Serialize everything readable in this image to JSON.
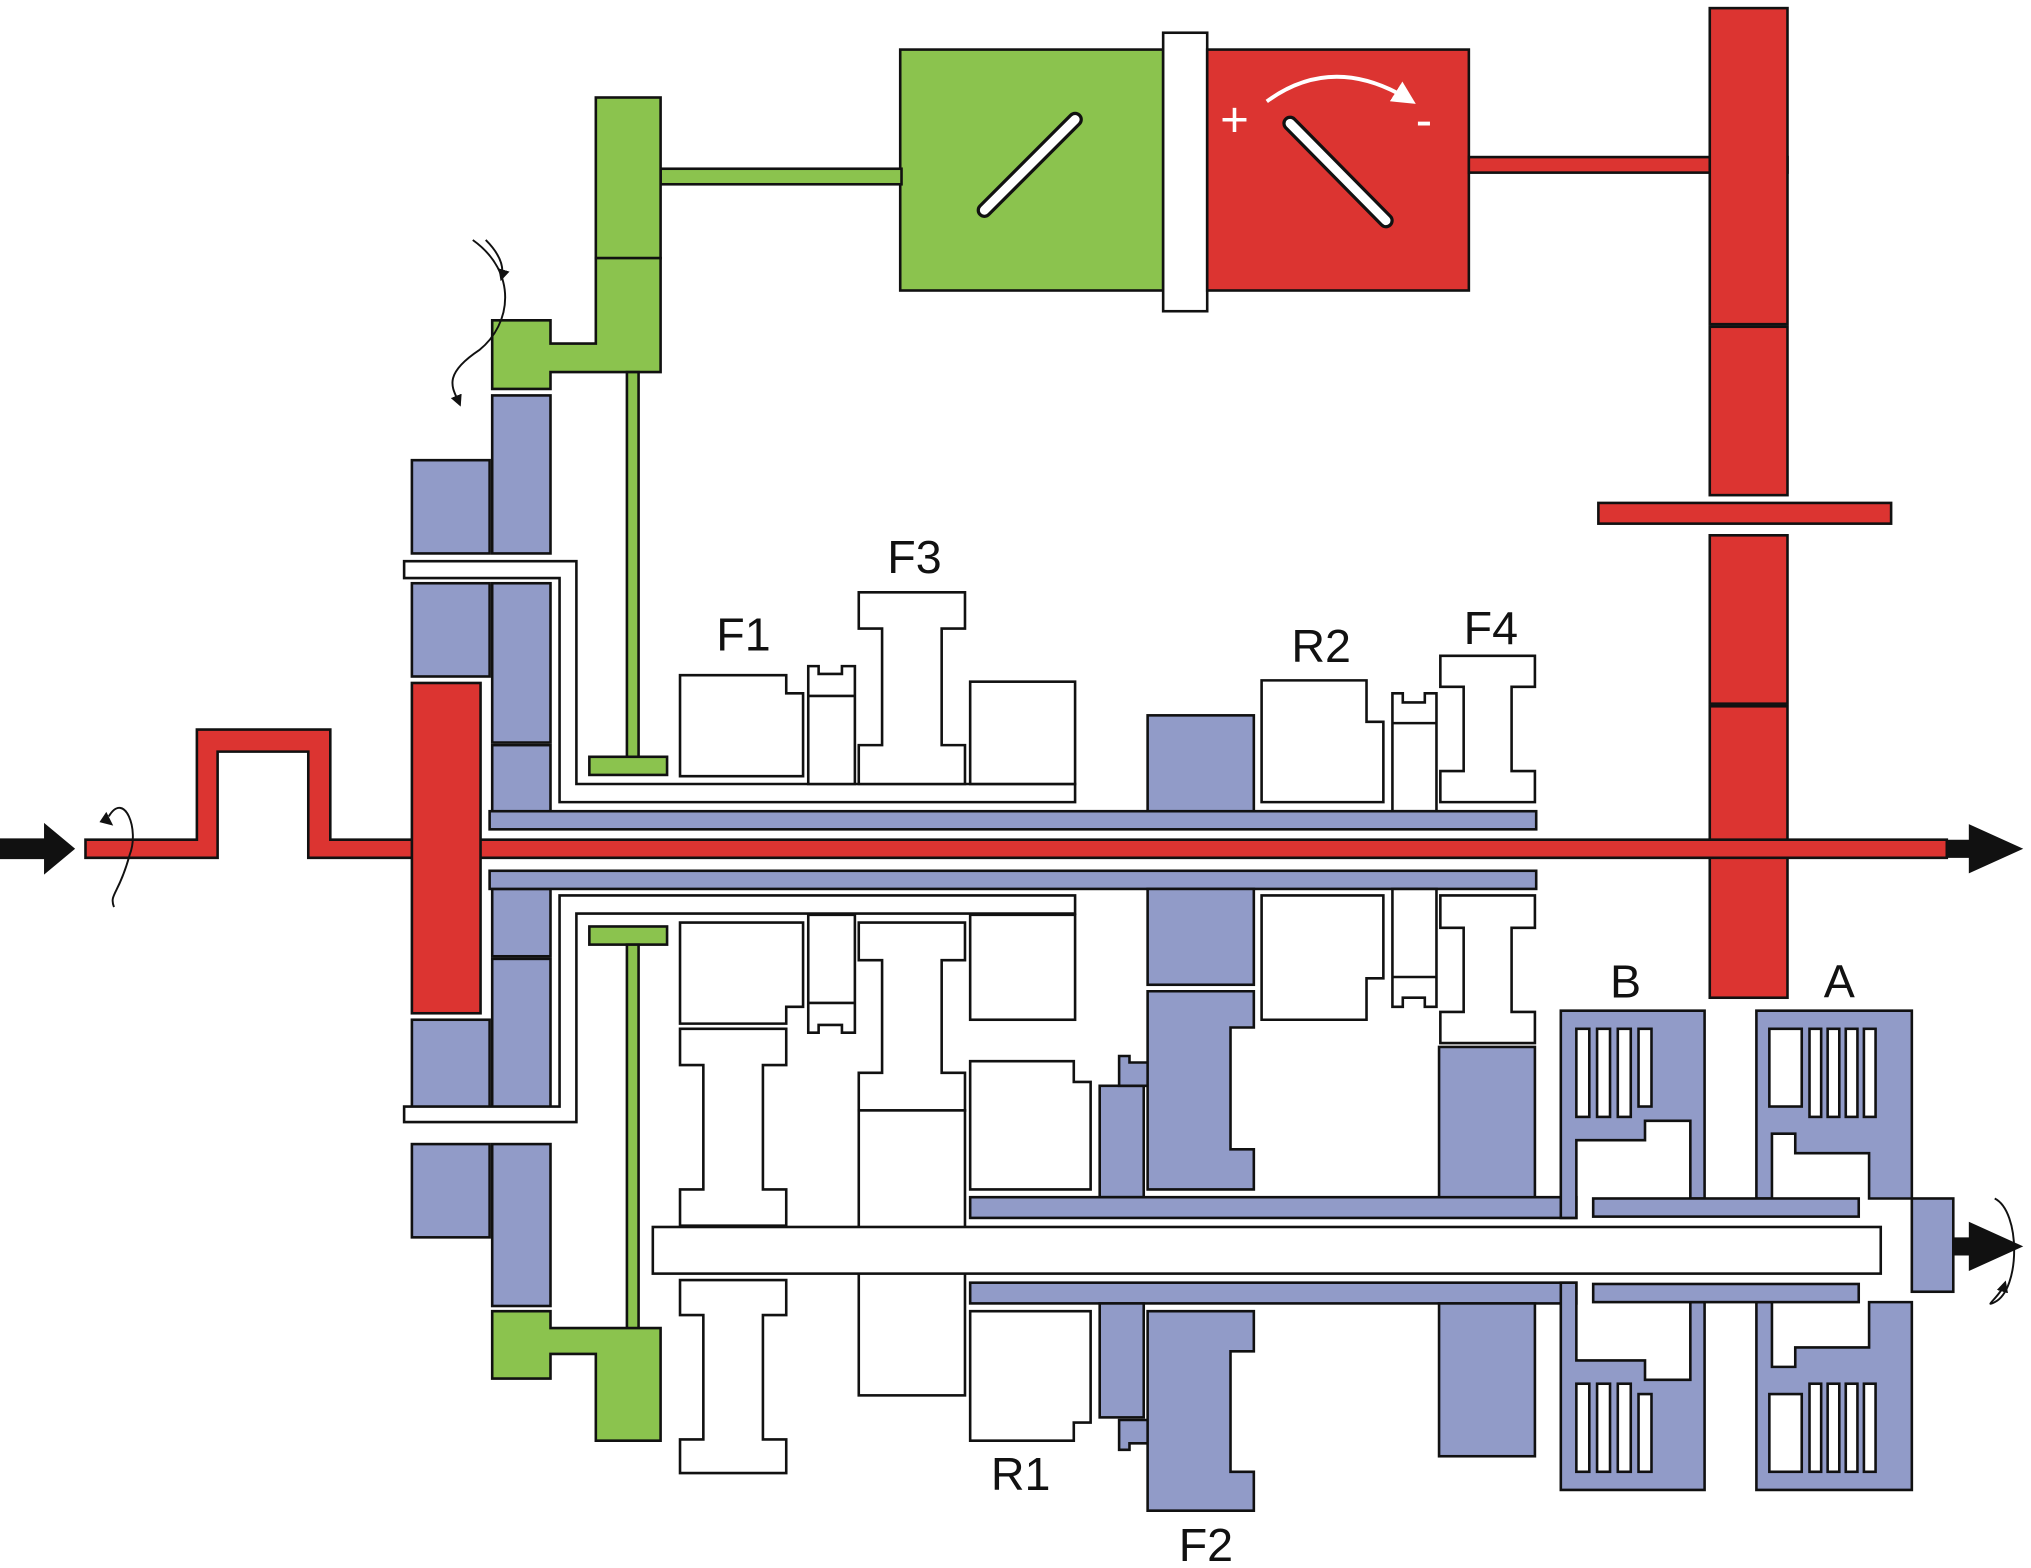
{
  "colors": {
    "input_shaft": "#dc3431",
    "motor_generator_1": "#8bc34e",
    "motor_generator_2": "#dc3431",
    "housing_parts": "#919bc8",
    "gear_outline": "#111111",
    "background": "#ffffff"
  },
  "labels": {
    "f1": "F1",
    "f2": "F2",
    "f3": "F3",
    "f4": "F4",
    "r1": "R1",
    "r2": "R2",
    "clutch_a": "A",
    "clutch_b": "B",
    "plus": "+",
    "minus": "-"
  },
  "icons": {
    "input_arrow": "arrow-right-icon",
    "output_arrow": "arrow-right-icon",
    "rotation": "rotation-arrow-icon",
    "curved_arrow": "curved-arrow-icon"
  }
}
